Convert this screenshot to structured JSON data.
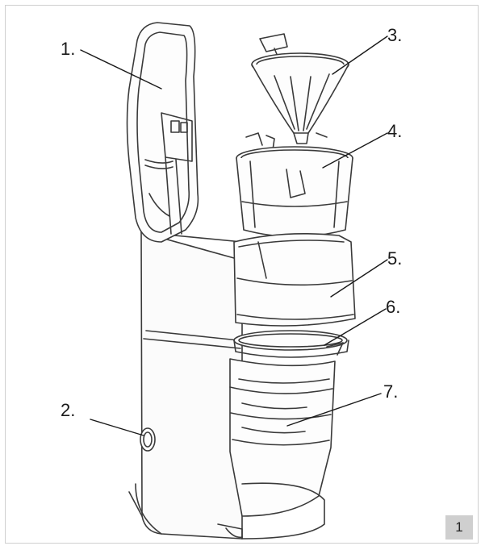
{
  "callouts": [
    {
      "id": "1",
      "label": "1."
    },
    {
      "id": "2",
      "label": "2."
    },
    {
      "id": "3",
      "label": "3."
    },
    {
      "id": "4",
      "label": "4."
    },
    {
      "id": "5",
      "label": "5."
    },
    {
      "id": "6",
      "label": "6."
    },
    {
      "id": "7",
      "label": "7."
    }
  ],
  "figure_number": "1",
  "colors": {
    "line": "#3a3a3a",
    "frame": "#cfcfcf",
    "badge": "#cfcfcf"
  }
}
